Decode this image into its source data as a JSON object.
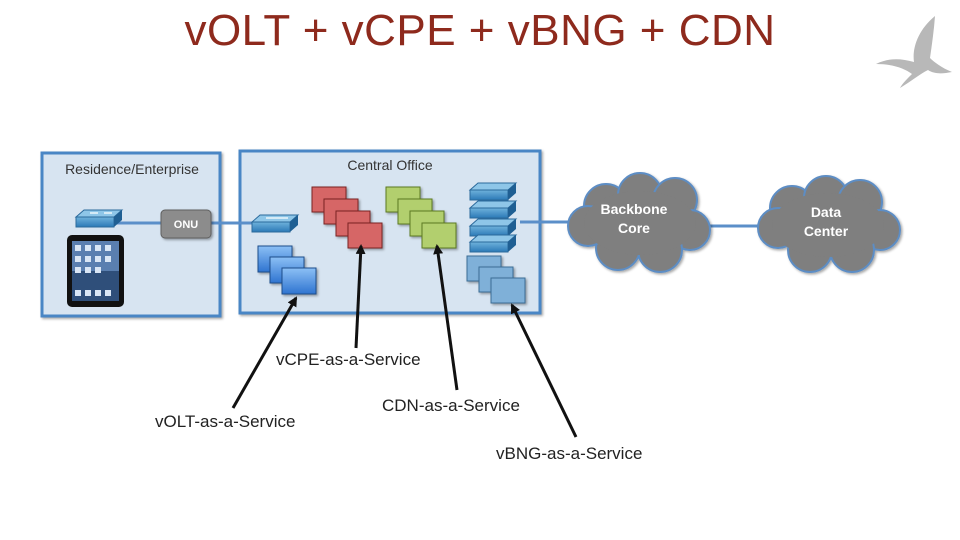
{
  "title": "vOLT + vCPE + vBNG + CDN",
  "boxes": {
    "residence": "Residence/Enterprise",
    "central_office": "Central Office"
  },
  "onu_label": "ONU",
  "clouds": {
    "backbone": [
      "Backbone",
      "Core"
    ],
    "datacenter": [
      "Data",
      "Center"
    ]
  },
  "services": {
    "vcpe": "vCPE-as-a-Service",
    "cdn": "CDN-as-a-Service",
    "volt": "vOLT-as-a-Service",
    "vbng": "vBNG-as-a-Service"
  },
  "colors": {
    "title": "#8e2a1d",
    "box_fill": "#d7e4f1",
    "box_border": "#4a86c5",
    "link": "#5b8fc9",
    "vcpe_red": "#d66666",
    "cdn_green": "#b2cf6e",
    "volt_blue": "#4d8fe0",
    "vbng_blue": "#7fb0d8",
    "cloud": "#7f7f7f"
  }
}
